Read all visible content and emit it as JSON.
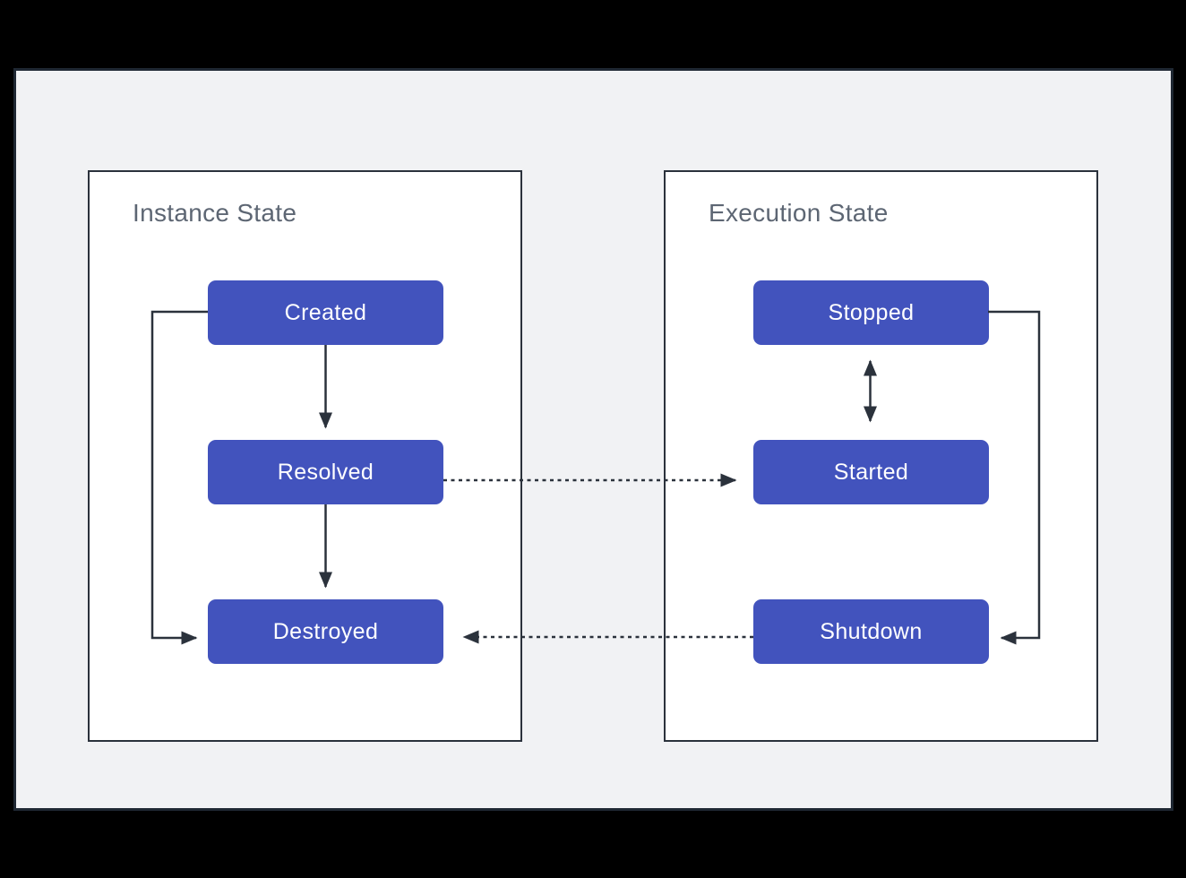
{
  "colors": {
    "outer_background": "#000000",
    "canvas_background": "#f1f2f4",
    "canvas_border": "#1f2833",
    "panel_background": "#ffffff",
    "panel_border": "#2b323c",
    "title_text": "#5d6673",
    "node_fill": "#4253bd",
    "node_text": "#ffffff",
    "line": "#2b323c"
  },
  "panels": [
    {
      "title": "Instance State",
      "nodes": [
        {
          "label": "Created"
        },
        {
          "label": "Resolved"
        },
        {
          "label": "Destroyed"
        }
      ]
    },
    {
      "title": "Execution State",
      "nodes": [
        {
          "label": "Stopped"
        },
        {
          "label": "Started"
        },
        {
          "label": "Shutdown"
        }
      ]
    }
  ],
  "edges": [
    {
      "from": "Created",
      "to": "Resolved",
      "style": "solid",
      "arrows": "end"
    },
    {
      "from": "Resolved",
      "to": "Destroyed",
      "style": "solid",
      "arrows": "end"
    },
    {
      "from": "Created",
      "to": "Destroyed",
      "style": "solid",
      "arrows": "end"
    },
    {
      "from": "Stopped",
      "to": "Started",
      "style": "solid",
      "arrows": "both"
    },
    {
      "from": "Stopped",
      "to": "Shutdown",
      "style": "solid",
      "arrows": "end"
    },
    {
      "from": "Resolved",
      "to": "Started",
      "style": "dashed",
      "arrows": "end"
    },
    {
      "from": "Shutdown",
      "to": "Destroyed",
      "style": "dashed",
      "arrows": "end"
    }
  ]
}
